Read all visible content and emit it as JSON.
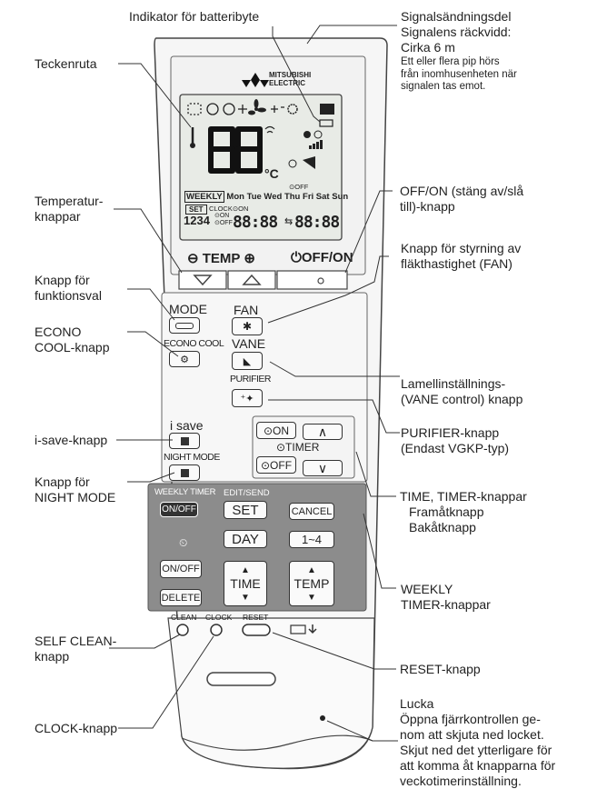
{
  "labels": {
    "battery_indicator": "Indikator för batteribyte",
    "signal_part": [
      "Signalsändningsdel",
      "Signalens räckvidd:",
      "Cirka 6 m"
    ],
    "signal_note": [
      "Ett eller flera pip hörs",
      "från inomhusenheten när",
      "signalen tas emot."
    ],
    "display": "Teckenruta",
    "temperature_buttons": [
      "Temperatur-",
      "knappar"
    ],
    "off_on": [
      "OFF/ON (stäng av/slå",
      "till)-knapp"
    ],
    "fan_button": [
      "Knapp för styrning av",
      "fläkthastighet (FAN)"
    ],
    "function_select": [
      "Knapp för",
      "funktionsval"
    ],
    "econo_cool": [
      "ECONO",
      "COOL-knapp"
    ],
    "vane": [
      "Lamellinställnings-",
      "(VANE control) knapp"
    ],
    "i_save": "i-save-knapp",
    "purifier": [
      "PURIFIER-knapp",
      "(Endast VGKP-typ)"
    ],
    "night_mode": [
      "Knapp för",
      "NIGHT MODE"
    ],
    "time_timer": "TIME, TIMER-knappar",
    "forward": "Framåtknapp",
    "backward": "Bakåtknapp",
    "weekly_timer": [
      "WEEKLY",
      "TIMER-knappar"
    ],
    "self_clean": [
      "SELF CLEAN-",
      "knapp"
    ],
    "reset": "RESET-knapp",
    "clock": "CLOCK-knapp",
    "lid": [
      "Lucka",
      "Öppna fjärrkontrollen ge-",
      "nom att skjuta ned locket.",
      "Skjut ned det ytterligare för",
      "att komma åt knapparna för",
      "veckotimerinställning."
    ]
  },
  "remote": {
    "brand": [
      "MITSUBISHI",
      "ELECTRIC"
    ],
    "lcd_temp": "88",
    "lcd_unit": "°C",
    "days": [
      "WEEKLY",
      "Mon",
      "Tue",
      "Wed",
      "Thu",
      "Fri",
      "Sat",
      "Sun"
    ],
    "set": "SET",
    "clock_on": "CLOCK⊙ON",
    "off_small": "⊙OFF",
    "digits_1234": "1234",
    "on_off_small": [
      "⊙ON",
      "⊙OFF"
    ],
    "time_left": "88:88",
    "time_right": "88:88",
    "temp_label": "TEMP",
    "offon_label": "OFF/ON",
    "mode": "MODE",
    "econo": "ECONO COOL",
    "fan": "FAN",
    "vane": "VANE",
    "purifier": "PURIFIER",
    "isave": "i save",
    "night": "NIGHT MODE",
    "on_btn": "⊙ON",
    "timer": "⊙TIMER",
    "off_btn": "⊙OFF",
    "weekly_timer": "WEEKLY TIMER",
    "onoff": "ON/OFF",
    "edit_send": "EDIT/SEND",
    "set_btn": "SET",
    "cancel": "CANCEL",
    "day": "DAY",
    "range": "1~4",
    "onoff2": "ON/OFF",
    "delete": "DELETE",
    "time": "TIME",
    "temp": "TEMP",
    "clean": "CLEAN",
    "clock": "CLOCK",
    "reset": "RESET"
  }
}
